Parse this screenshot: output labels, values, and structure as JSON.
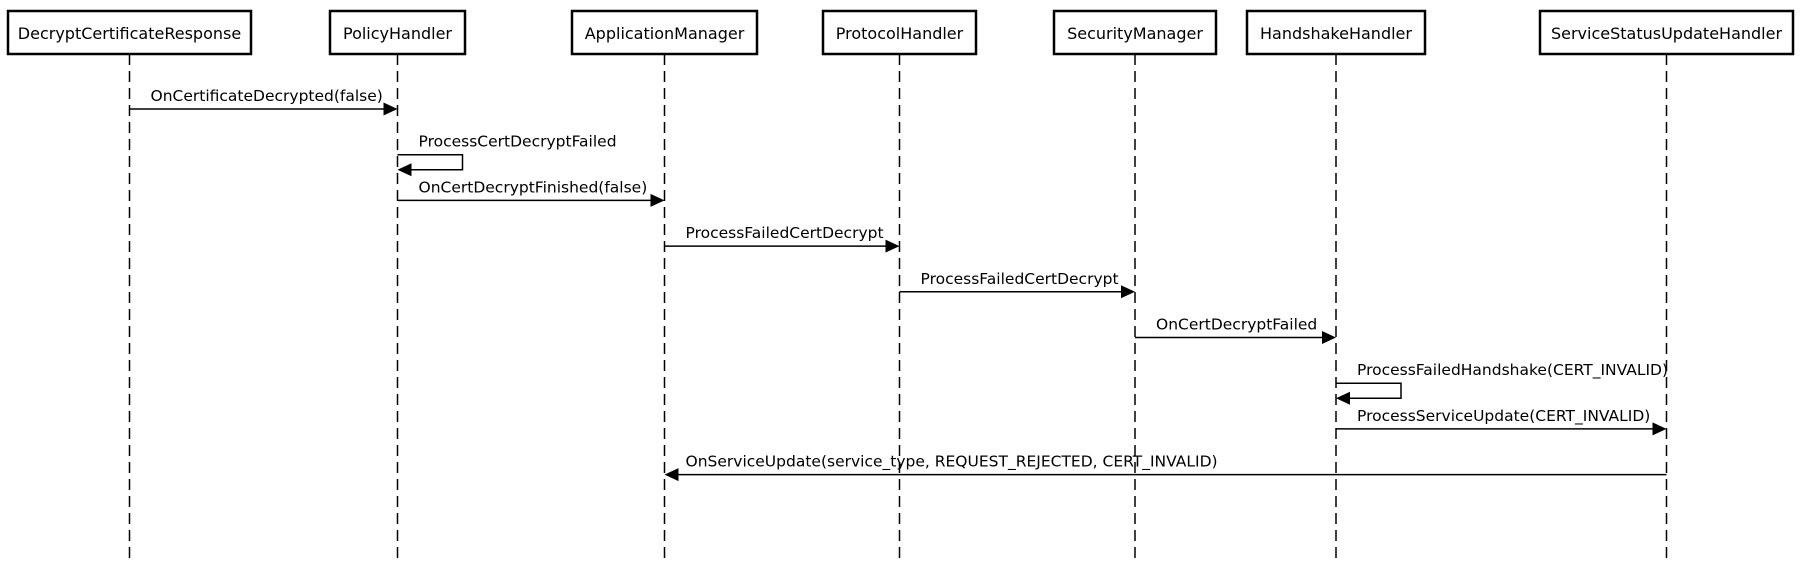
{
  "participants": [
    {
      "id": "dcr",
      "label": "DecryptCertificateResponse"
    },
    {
      "id": "ph",
      "label": "PolicyHandler"
    },
    {
      "id": "am",
      "label": "ApplicationManager"
    },
    {
      "id": "prh",
      "label": "ProtocolHandler"
    },
    {
      "id": "sm",
      "label": "SecurityManager"
    },
    {
      "id": "hh",
      "label": "HandshakeHandler"
    },
    {
      "id": "ssuh",
      "label": "ServiceStatusUpdateHandler"
    }
  ],
  "messages": [
    {
      "from": "dcr",
      "to": "ph",
      "label": "OnCertificateDecrypted(false)"
    },
    {
      "from": "ph",
      "to": "ph",
      "label": "ProcessCertDecryptFailed"
    },
    {
      "from": "ph",
      "to": "am",
      "label": "OnCertDecryptFinished(false)"
    },
    {
      "from": "am",
      "to": "prh",
      "label": "ProcessFailedCertDecrypt"
    },
    {
      "from": "prh",
      "to": "sm",
      "label": "ProcessFailedCertDecrypt"
    },
    {
      "from": "sm",
      "to": "hh",
      "label": "OnCertDecryptFailed"
    },
    {
      "from": "hh",
      "to": "hh",
      "label": "ProcessFailedHandshake(CERT_INVALID)"
    },
    {
      "from": "hh",
      "to": "ssuh",
      "label": "ProcessServiceUpdate(CERT_INVALID)"
    },
    {
      "from": "ssuh",
      "to": "am",
      "label": "OnServiceUpdate(service_type, REQUEST_REJECTED, CERT_INVALID)"
    }
  ]
}
